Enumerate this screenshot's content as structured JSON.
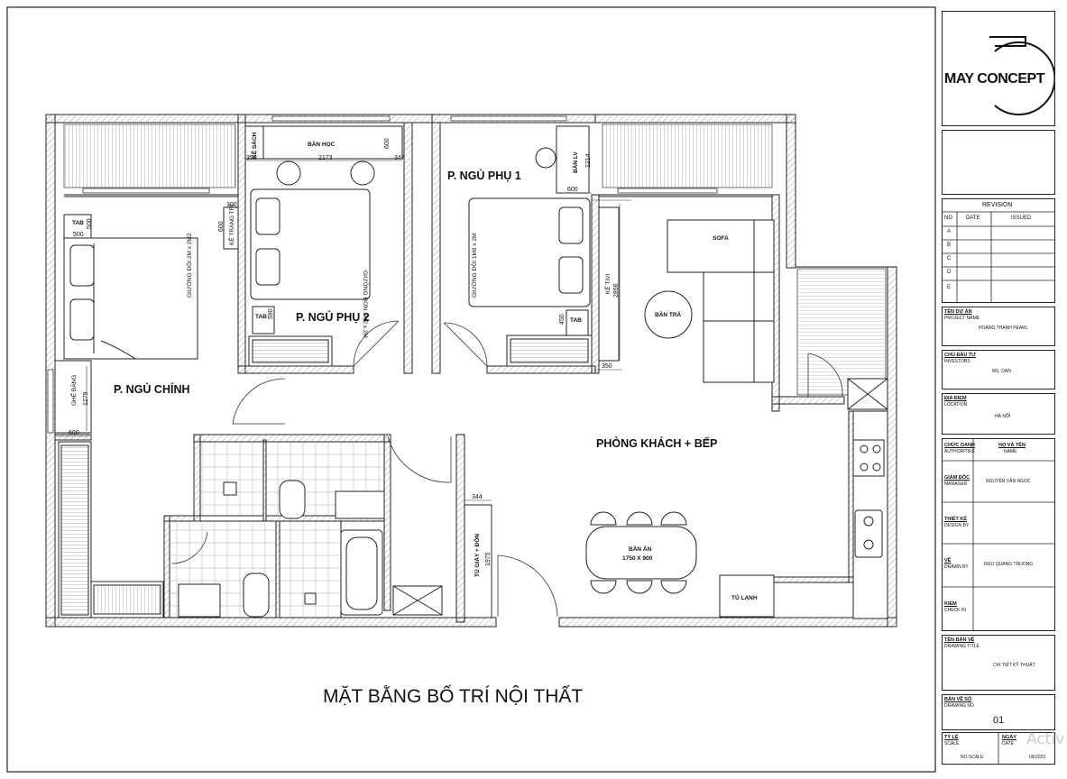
{
  "rooms": {
    "master": "P. NGỦ CHÍNH",
    "bed2": "P. NGỦ PHỤ 2",
    "bed1": "P. NGỦ PHỤ 1",
    "living": "PHÒNG KHÁCH + BẾP"
  },
  "furniture": {
    "desk": "BÀN HỌC",
    "bookshelf": "KỆ SÁCH",
    "desk_lv": "BÀN LV",
    "tab": "TAB",
    "bed_master": "GIƯỜNG ĐÔI 2M x 2M2",
    "bed_2": "GIƯỜNG ĐƠN 1M2 x 2M",
    "bed_1": "GIƯỜNG ĐÔI 1M6 x 2M",
    "dressing": "KỆ TRANG TRÍ",
    "tv": "KỆ TIVI",
    "sofa": "SOFA",
    "tea_table": "BÀN TRÀ",
    "bench": "GHẾ BĂNG",
    "shoe_cabinet": "TỦ GIÀY + ĐÔN",
    "dining_table": "BÀN ĂN",
    "dining_size": "1750 X 900",
    "fridge": "TỦ LẠNH"
  },
  "dims": {
    "d350a": "350",
    "d2173": "2173",
    "d600a": "600",
    "d347": "347",
    "d1214": "1214",
    "d600b": "600",
    "d500a": "500",
    "d500b": "500",
    "d300": "300",
    "d600c": "600",
    "d590": "590",
    "d450": "450",
    "d2856": "2856",
    "d350b": "350",
    "d1279": "1279",
    "d600d": "600",
    "d344": "344",
    "d1975": "1975"
  },
  "drawing_title": "MẶT BẰNG BỐ TRÍ NỘI THẤT",
  "title_block": {
    "logo": "MAY CONCEPT",
    "revision": "REVISION",
    "rev_cols": [
      "NO",
      "DATE",
      "ISSUED"
    ],
    "rev_rows": [
      "A",
      "B",
      "C",
      "D",
      "E"
    ],
    "project_vn": "TÊN DỰ ÁN",
    "project_en": "PROJECT NAME",
    "project_val": "HOANG THANH PEARL",
    "investor_vn": "CHỦ ĐẦU TƯ",
    "investor_en": "INVESTORS",
    "investor_val": "MS. DAN",
    "location_vn": "ĐỊA ĐIỂM",
    "location_en": "LOCATION",
    "location_val": "HÀ NỘI",
    "auth_vn": "CHỨC DANH",
    "auth_en": "AUTHORITIES",
    "name_vn": "HỌ VÀ TÊN",
    "name_en": "NAME",
    "manager_vn": "GIÁM ĐỐC",
    "manager_en": "MANAGER",
    "manager_val": "NGUYỄN VĂN NGỌC",
    "design_vn": "THIẾT KẾ",
    "design_en": "DESIGN BY",
    "drawn_vn": "VẼ",
    "drawn_en": "DRAWN BY",
    "drawn_val": "NGO QUANG TRUONG",
    "check_vn": "KIỂM",
    "check_en": "CHECK IN",
    "dtitle_vn": "TÊN BẢN VẼ",
    "dtitle_en": "DRAWING TITLE",
    "dtitle_val": "CHI TIẾT KỸ THUẬT",
    "dno_vn": "BẢN VẼ SỐ",
    "dno_en": "DRAWING NO",
    "dno_val": "01",
    "scale_vn": "TỶ LỆ",
    "scale_en": "SCALE",
    "scale_val": "NO SCALE",
    "date_vn": "NGÀY",
    "date_en": "DATE",
    "date_val": "06/2023"
  },
  "watermark": "Activ"
}
